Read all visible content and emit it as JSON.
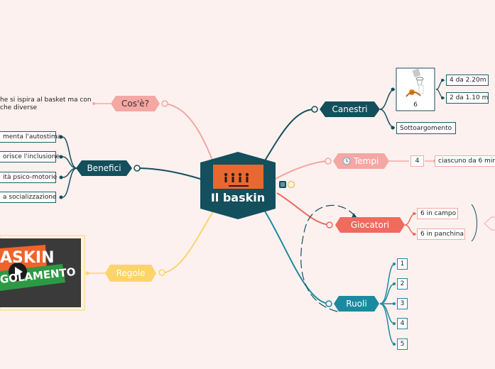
{
  "center": {
    "title": "Il baskin",
    "logo_caption": ""
  },
  "colors": {
    "dark": "#134f5c",
    "teal": "#1b8aa0",
    "pink": "#f4a7a3",
    "salmon": "#ee6b5e",
    "yellow": "#fdd46a",
    "bg": "#fdf1ef"
  },
  "cose": {
    "label": "Cos'è?",
    "text_line1": "he si ispira al basket ma con",
    "text_line2": "che diverse"
  },
  "benefici": {
    "label": "Benefici",
    "items": [
      "menta l'autostima",
      "orisce l'inclusione",
      "ità psico-motorie",
      "a socializzazione"
    ]
  },
  "regole": {
    "label": "Regole",
    "video_text1": "ASKIN",
    "video_text2": "GOLAMENTO"
  },
  "canestri": {
    "label": "Canestri",
    "image_caption": "6",
    "items": [
      "4 da 2.20m",
      "2 da 1.10 m"
    ],
    "subtopic": "Sottoargomento"
  },
  "tempi": {
    "label": "Tempi",
    "value": "4",
    "detail": "ciascuno da 6 minu"
  },
  "giocatori": {
    "label": "Giocatori",
    "items": [
      "6 in campo",
      "6 in panchina"
    ]
  },
  "ruoli": {
    "label": "Ruoli",
    "items": [
      "1",
      "2",
      "3",
      "4",
      "5"
    ]
  },
  "icons": [
    "notes-icon",
    "emoji-icon",
    "clock-icon",
    "play-icon"
  ]
}
